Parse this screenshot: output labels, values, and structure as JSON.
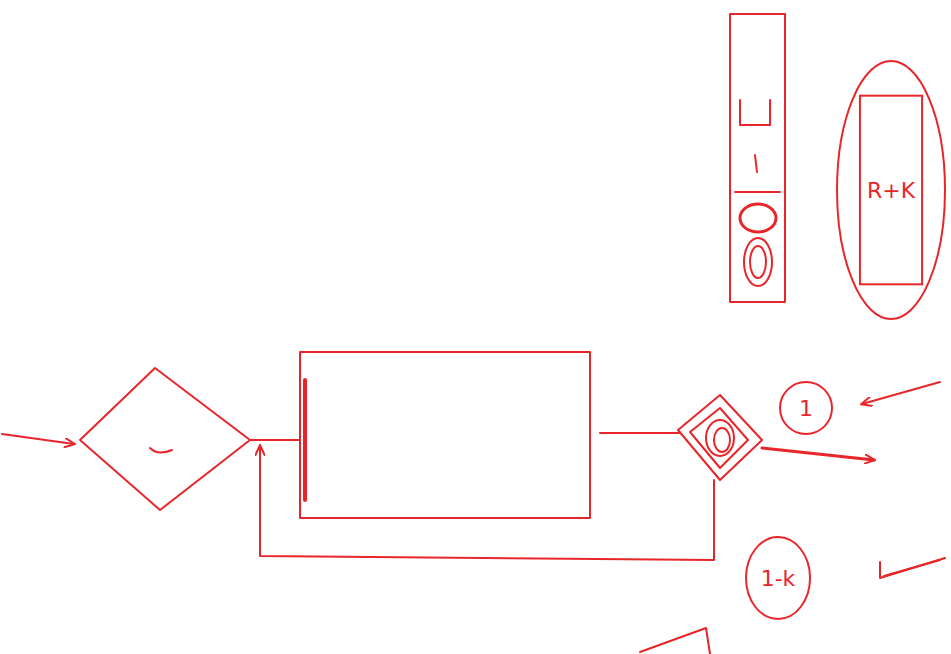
{
  "diagram": {
    "nodes": [
      {
        "text": [
          "1"
        ]
      },
      {
        "text": [
          "1-k"
        ]
      },
      {
        "text": [
          "R+K"
        ]
      }
    ]
  }
}
